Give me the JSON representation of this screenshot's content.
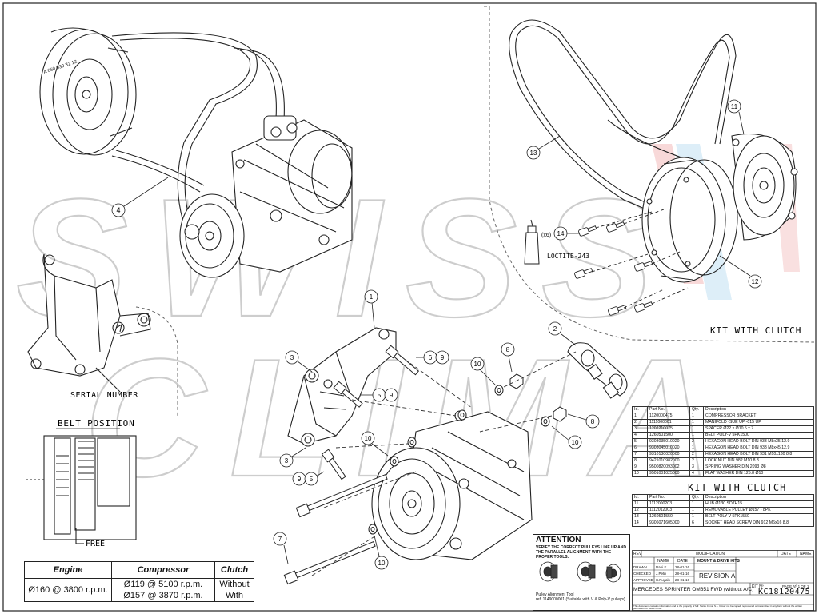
{
  "watermark": {
    "line1": "SWISS",
    "line2": "CLIMA",
    "accent_colors": [
      "#e05a5a",
      "#5ab0e0"
    ]
  },
  "callouts": {
    "c1": "1",
    "c2": "2",
    "c3a": "3",
    "c3b": "3",
    "c4": "4",
    "c5a": "5",
    "c5b": "5",
    "c6": "6",
    "c7": "7",
    "c8a": "8",
    "c8b": "8",
    "c9a": "9",
    "c9b": "9",
    "c9c": "9",
    "c10a": "10",
    "c10b": "10",
    "c10c": "10",
    "c10d": "10",
    "c11": "11",
    "c12": "12",
    "c13": "13",
    "c14": "14"
  },
  "labels": {
    "serial_number": "SERIAL NUMBER",
    "belt_position": "BELT POSITION",
    "free": "FREE",
    "x6": "(x6)",
    "loctite": "LOCTITE-243",
    "kit_with_clutch_top": "KIT WITH CLUTCH",
    "kit_with_clutch_table": "KIT WITH CLUTCH",
    "pulley_marking": "A 650 030 32 12"
  },
  "parts_table": {
    "headers": [
      "Id.",
      "Part No.",
      "Qty.",
      "Description"
    ],
    "rows": [
      [
        "1",
        "1120000475",
        "1",
        "COMPRESSOR BRACKET"
      ],
      [
        "2",
        "1111000001",
        "1",
        "MANIFOLD -SUE UP -015 UP"
      ],
      [
        "3",
        "1202210075",
        "1",
        "SPACER Ø22 x Ø10.5 x 7"
      ],
      [
        "4",
        "1260501500",
        "1",
        "BELT POLY-V 5PK1500"
      ],
      [
        "5",
        "9308035010020",
        "2",
        "HEXAGON HEAD BOLT DIN 933 M8x35 12.9"
      ],
      [
        "6",
        "9308045010020",
        "1",
        "HEXAGON HEAD BOLT DIN 933 M8x45 12.9"
      ],
      [
        "7",
        "9310130020000",
        "2",
        "HEXAGON HEAD BOLT DIN 931 M10x130 8.8"
      ],
      [
        "8",
        "9421010982000",
        "2",
        "LOCK NUT DIN 982 M10 8.8"
      ],
      [
        "9",
        "9500820093002",
        "3",
        "SPRING WASHER DIN 2093 Ø8"
      ],
      [
        "10",
        "9501001025000",
        "4",
        "FLAT WASHER DIN 125.8 Ø10"
      ]
    ]
  },
  "clutch_table": {
    "title": "KIT WITH CLUTCH",
    "headers": [
      "Id.",
      "Part No.",
      "Qty.",
      "Description"
    ],
    "rows": [
      [
        "11",
        "1112000203",
        "1",
        "HUB Ø130 SD7H15"
      ],
      [
        "12",
        "1112012003",
        "1",
        "REMOVABLE PULLEY Ø157 - 8PK"
      ],
      [
        "13",
        "1260501550",
        "1",
        "BELT POLY-V 5PK1550"
      ],
      [
        "14",
        "9306071605000",
        "6",
        "SOCKET HEAD SCREW DIN 912 M6x16 8.8"
      ]
    ]
  },
  "engine_table": {
    "headers": [
      "Engine",
      "Compressor",
      "Clutch"
    ],
    "engine": "Ø160 @ 3800 r.p.m.",
    "rows": [
      [
        "Ø119 @ 5100 r.p.m.",
        "Without"
      ],
      [
        "Ø157 @ 3870 r.p.m.",
        "With"
      ]
    ]
  },
  "attention": {
    "title": "ATTENTION",
    "text": "VERIFY THE CORRECT PULLEYS LINE UP AND THE PARALLEL ALIGNMENT WITH THE PROPER TOOLS.",
    "tool": "Pulley Alignment Tool",
    "tool_ref": "ref. 1149000001 (Suitable with V & Poly-V pulleys)"
  },
  "title_block": {
    "rev": "REV",
    "modification": "MODIFICATION",
    "date": "DATE",
    "name": "NAME",
    "name_col": "NAME",
    "date_col": "DATE",
    "drawn": "DRAWN",
    "drawn_name": "Dani.F",
    "drawn_date": "28-01-16",
    "checked": "CHECKED",
    "checked_name": "J.Petri",
    "checked_date": "28-01-16",
    "approved": "APPROVED",
    "approved_name": "X.Puyals",
    "approved_date": "28-01-16",
    "mount_kits": "MOUNT & DRIVE KITS",
    "revision": "REVISION A",
    "kit_no_label": "KIT Nº",
    "page": "PAGE Nº 1 OF 1",
    "title": "MERCEDES SPRINTER OM651 FWD (without A/C)",
    "kit_no": "KC18120475",
    "footer": "This document contains information and is the property of Mfr. Swiss Clima, S.L. It may not be copied, reproduced or transmitted in any form without the written permission of Swiss Clima."
  }
}
